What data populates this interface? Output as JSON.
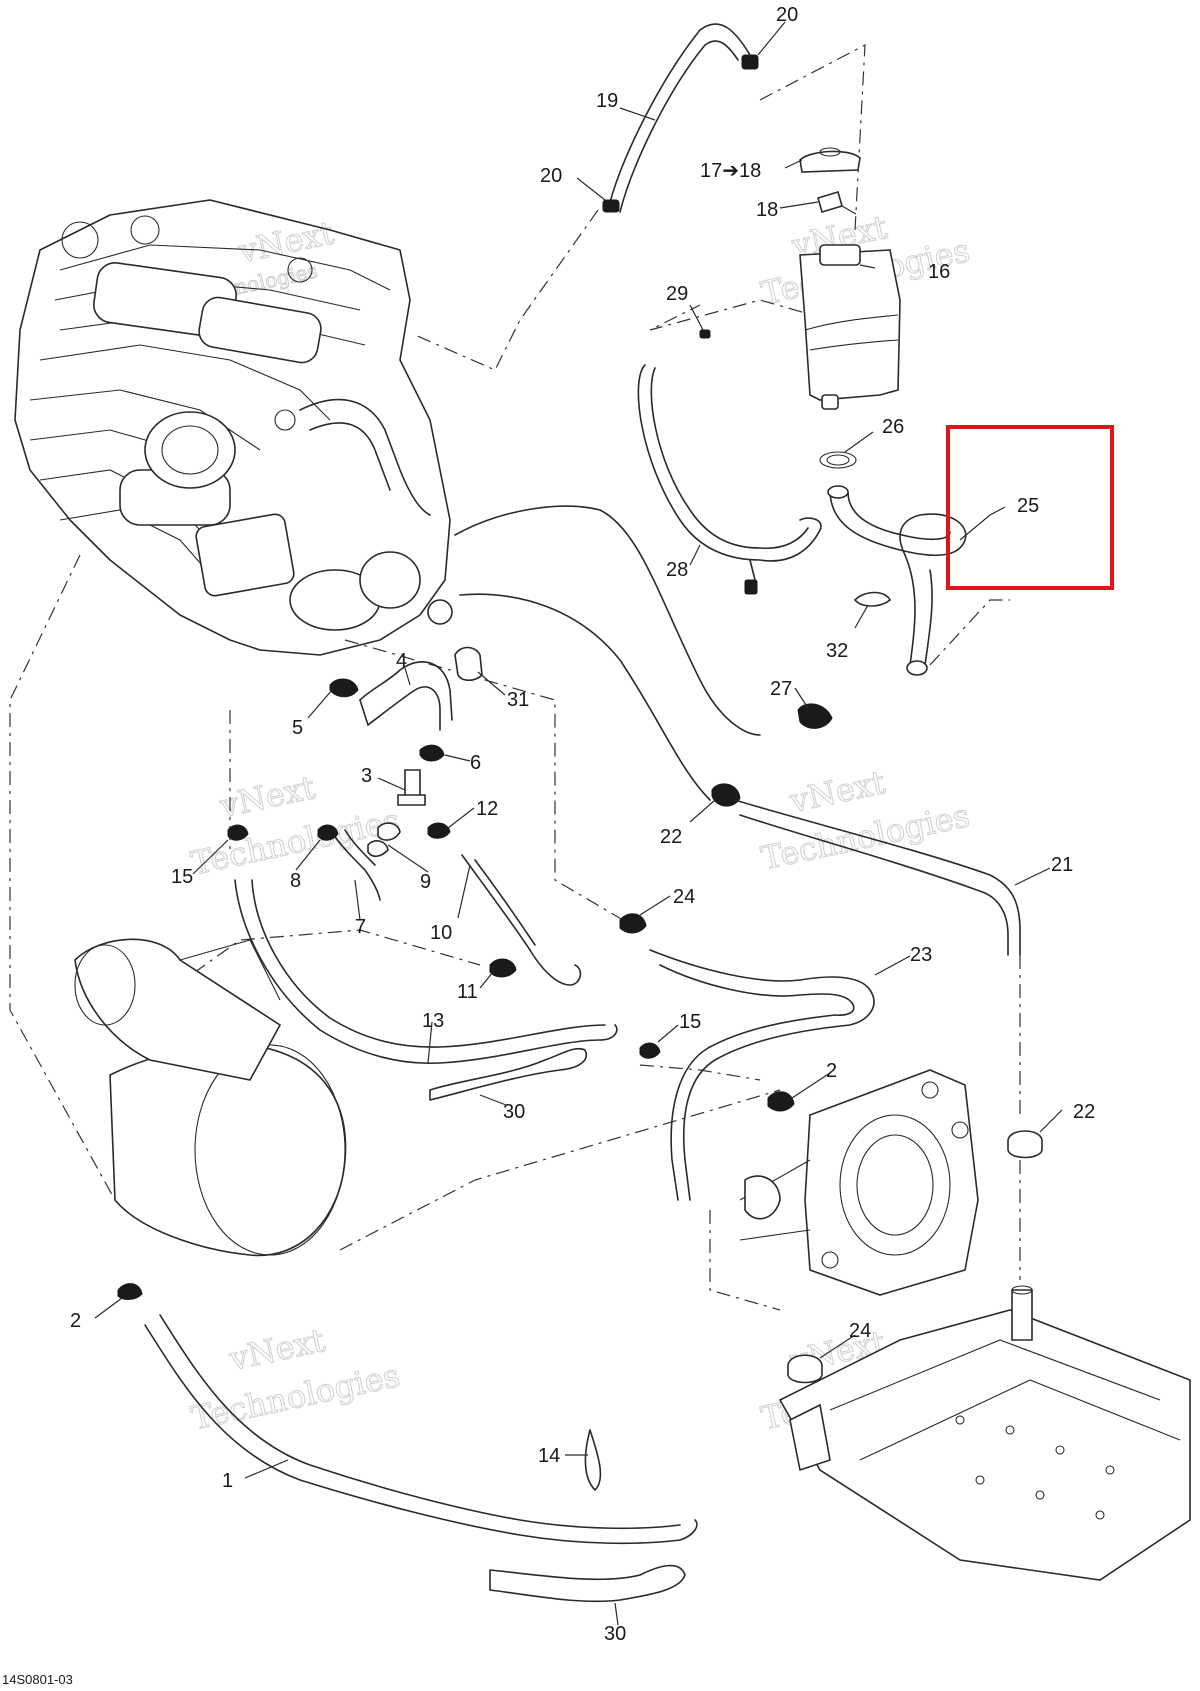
{
  "figure_code": "14S0801-03",
  "watermark": [
    "vNext",
    "Technologies"
  ],
  "highlight_color": "#e0141c",
  "callouts": [
    {
      "id": "c20a",
      "label": "20"
    },
    {
      "id": "c19",
      "label": "19"
    },
    {
      "id": "c20b",
      "label": "20"
    },
    {
      "id": "c17",
      "label": "17➔18"
    },
    {
      "id": "c18",
      "label": "18"
    },
    {
      "id": "c16",
      "label": "16"
    },
    {
      "id": "c29",
      "label": "29"
    },
    {
      "id": "c26",
      "label": "26"
    },
    {
      "id": "c25",
      "label": "25"
    },
    {
      "id": "c28",
      "label": "28"
    },
    {
      "id": "c32",
      "label": "32"
    },
    {
      "id": "c27",
      "label": "27"
    },
    {
      "id": "c4",
      "label": "4"
    },
    {
      "id": "c31",
      "label": "31"
    },
    {
      "id": "c5",
      "label": "5"
    },
    {
      "id": "c6",
      "label": "6"
    },
    {
      "id": "c3",
      "label": "3"
    },
    {
      "id": "c12",
      "label": "12"
    },
    {
      "id": "c22a",
      "label": "22"
    },
    {
      "id": "c21",
      "label": "21"
    },
    {
      "id": "c15a",
      "label": "15"
    },
    {
      "id": "c8",
      "label": "8"
    },
    {
      "id": "c9",
      "label": "9"
    },
    {
      "id": "c7",
      "label": "7"
    },
    {
      "id": "c24a",
      "label": "24"
    },
    {
      "id": "c10",
      "label": "10"
    },
    {
      "id": "c23",
      "label": "23"
    },
    {
      "id": "c11",
      "label": "11"
    },
    {
      "id": "c13",
      "label": "13"
    },
    {
      "id": "c15b",
      "label": "15"
    },
    {
      "id": "c2a",
      "label": "2"
    },
    {
      "id": "c30a",
      "label": "30"
    },
    {
      "id": "c22b",
      "label": "22"
    },
    {
      "id": "c2b",
      "label": "2"
    },
    {
      "id": "c24b",
      "label": "24"
    },
    {
      "id": "c14",
      "label": "14"
    },
    {
      "id": "c1",
      "label": "1"
    },
    {
      "id": "c30b",
      "label": "30"
    }
  ]
}
